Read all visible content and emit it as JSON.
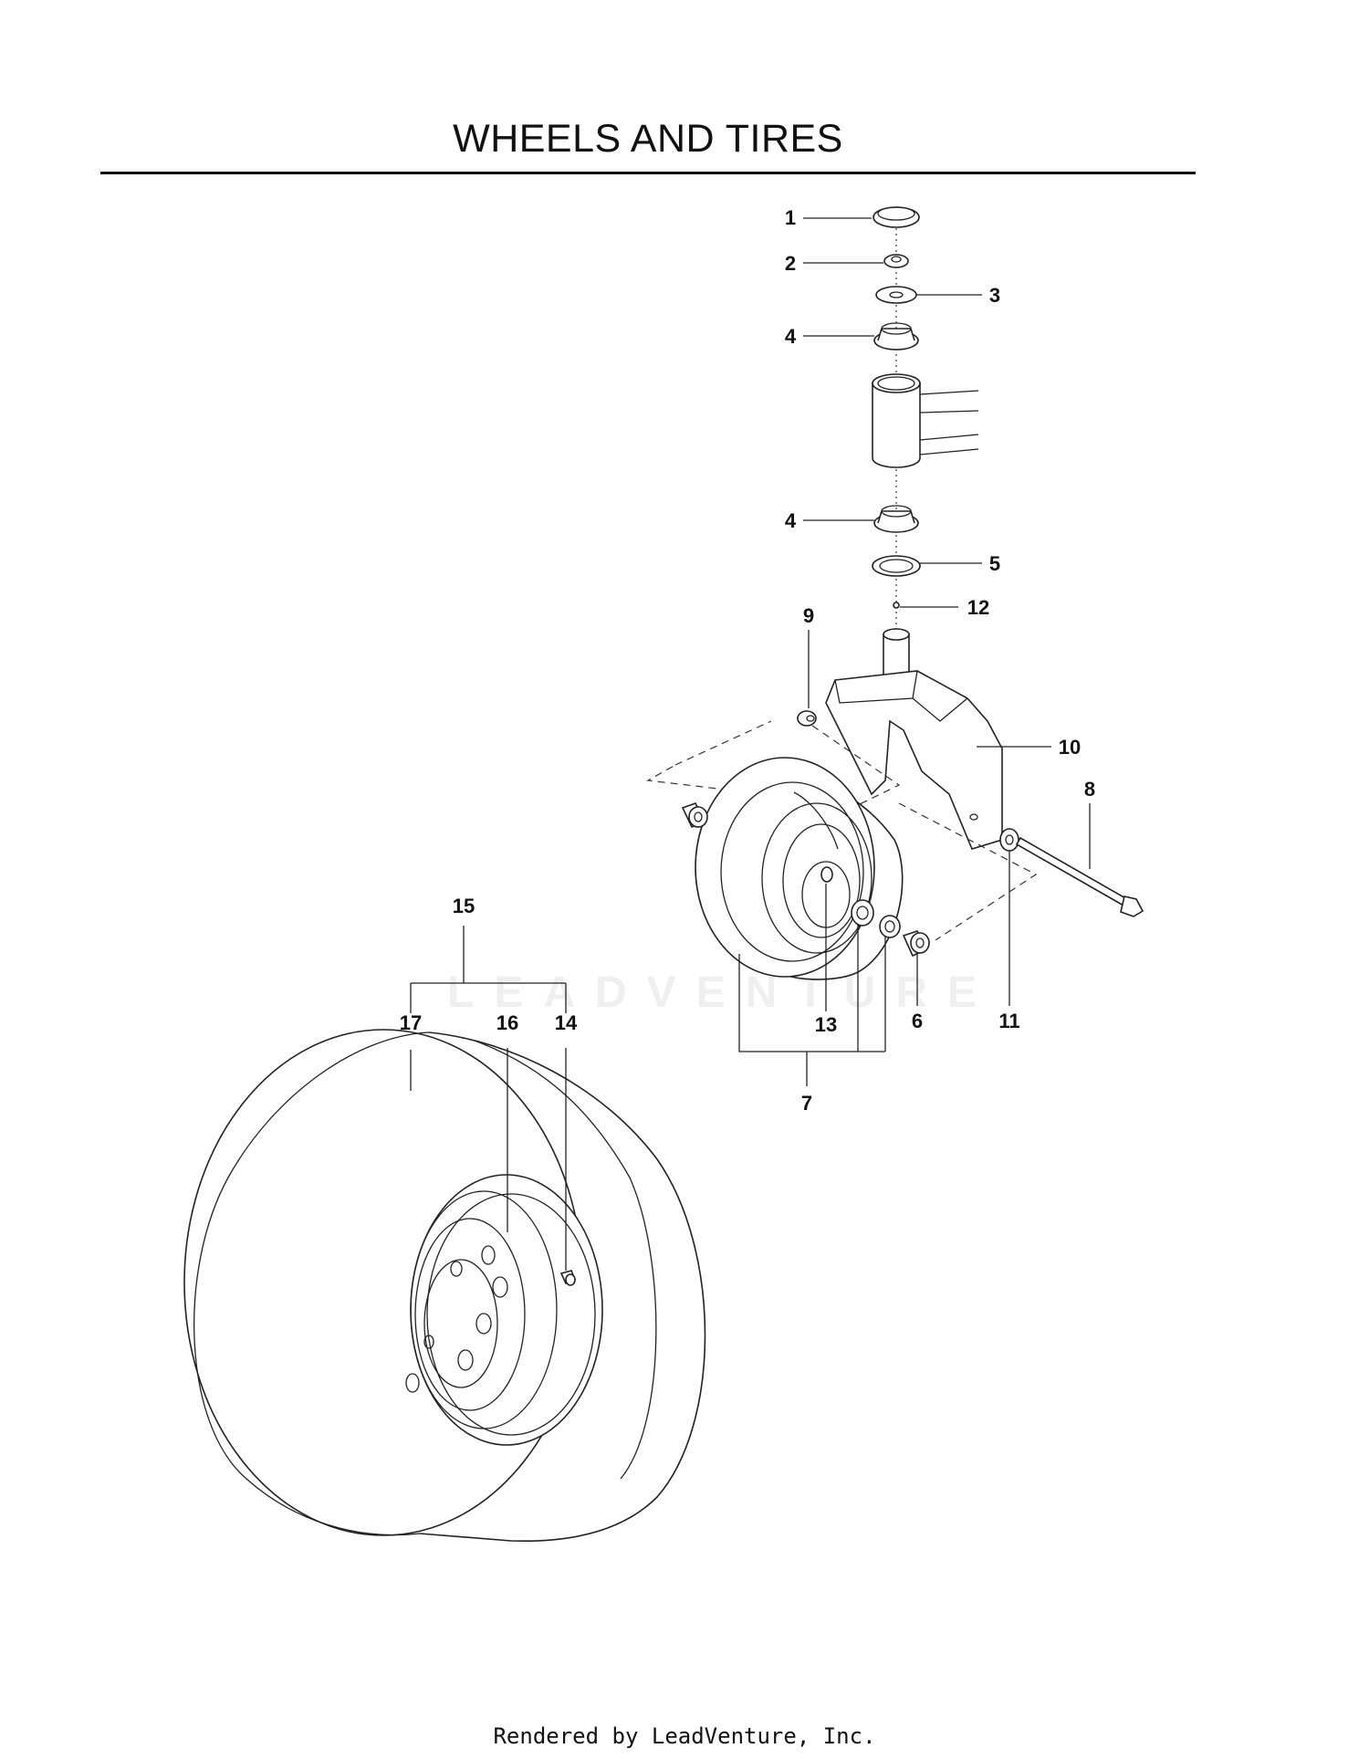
{
  "title": "WHEELS AND TIRES",
  "watermark": "LEADVENTURE",
  "footer": "Rendered by LeadVenture, Inc.",
  "callouts": [
    "1",
    "2",
    "3",
    "4",
    "4",
    "5",
    "12",
    "9",
    "10",
    "8",
    "11",
    "6",
    "13",
    "7",
    "15",
    "17",
    "16",
    "14"
  ]
}
